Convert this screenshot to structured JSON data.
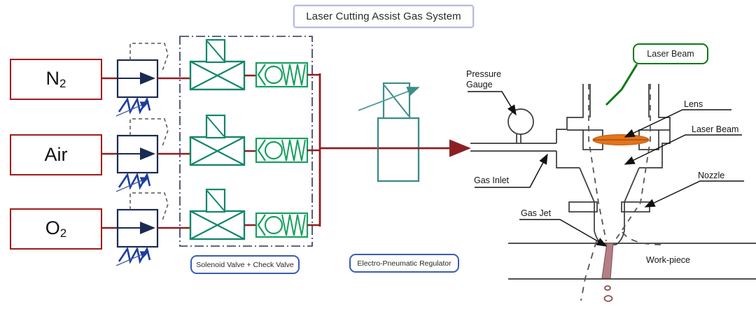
{
  "header": {
    "title": "Laser Cutting Assist Gas System"
  },
  "gas_sources": [
    {
      "name": "nitrogen-source",
      "formula": "N",
      "subscript": "2",
      "label": "N2"
    },
    {
      "name": "air-source",
      "formula": "Air",
      "subscript": "",
      "label": "Air"
    },
    {
      "name": "oxygen-source",
      "formula": "O",
      "subscript": "2",
      "label": "O2"
    }
  ],
  "group_labels": {
    "solenoid_check": "Solenoid Valve + Check Valve",
    "regulator": "Electro-Pneumatic Regulator"
  },
  "cutting_head_labels": {
    "pressure_gauge": "Pressure\nGauge",
    "pressure_gauge_line1": "Pressure",
    "pressure_gauge_line2": "Gauge",
    "gas_inlet": "Gas Inlet",
    "gas_jet": "Gas Jet",
    "lens": "Lens",
    "laser_beam_internal": "Laser Beam",
    "laser_beam_callout": "Laser Beam",
    "nozzle": "Nozzle",
    "workpiece": "Work-piece"
  },
  "colors": {
    "gas_box_border": "#a01c20",
    "pipe_red": "#8d1f22",
    "valve_navy": "#1b2a52",
    "spring_blue": "#1f3d9e",
    "valve_green": "#12876b",
    "check_valve_green": "#16a05f",
    "enclosure_navy": "#2b3558",
    "callout_blue": "#3b5bb5",
    "title_border": "#b9bbe0",
    "laser_green": "#0a7a12",
    "lens_orange": "#e3741b",
    "head_outline": "#3a3a3a",
    "kerf_maroon": "#9e5a5e"
  },
  "symbol_counts": {
    "gas_lines": 3,
    "relief_valves": 3,
    "solenoid_valves": 3,
    "check_valves": 3,
    "regulators": 1,
    "pressure_gauges": 1
  }
}
